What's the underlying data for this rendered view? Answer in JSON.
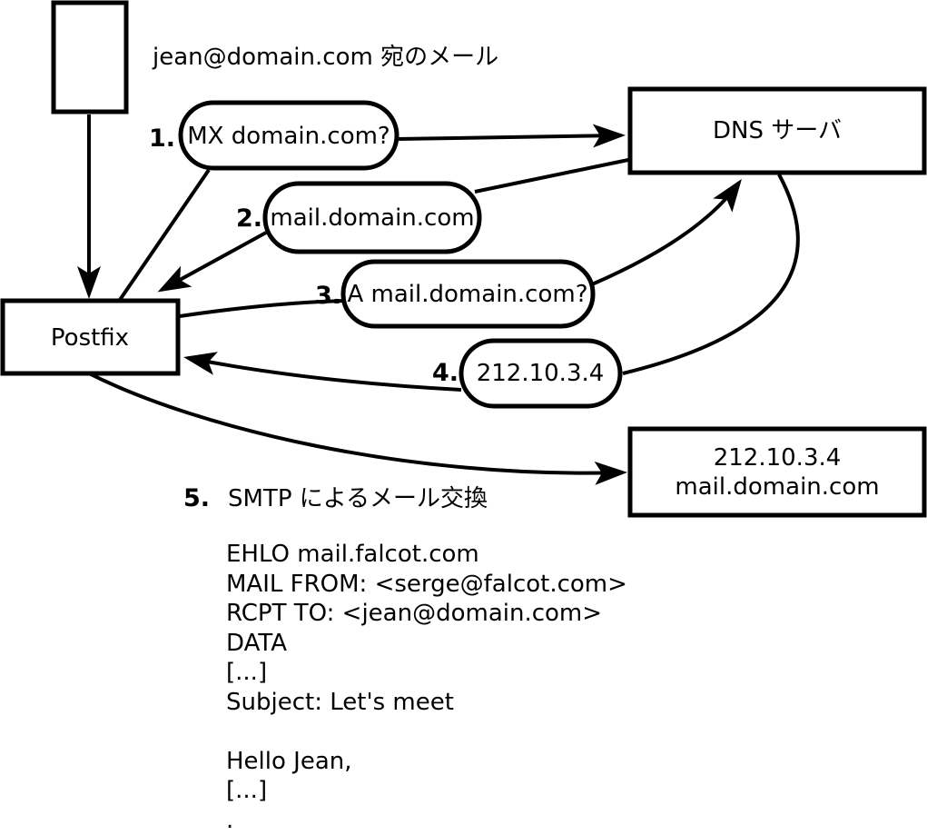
{
  "diagram": {
    "title_label": "jean@domain.com 宛のメール",
    "postfix_label": "Postfix",
    "dns_label": "DNS サーバ",
    "mailserver": {
      "ip": "212.10.3.4",
      "hostname": "mail.domain.com"
    },
    "steps": [
      {
        "num": "1.",
        "label": "MX domain.com?"
      },
      {
        "num": "2.",
        "label": "mail.domain.com"
      },
      {
        "num": "3.",
        "label": "A mail.domain.com?"
      },
      {
        "num": "4.",
        "label": "212.10.3.4"
      },
      {
        "num": "5.",
        "label": "SMTP によるメール交換"
      }
    ],
    "smtp_text": "EHLO mail.falcot.com\nMAIL FROM: <serge@falcot.com>\nRCPT TO: <jean@domain.com>\nDATA\n[...]\nSubject: Let's meet\n\nHello Jean,\n[...]\n.",
    "colors": {
      "ink": "#000000",
      "background": "#ffffff"
    }
  }
}
